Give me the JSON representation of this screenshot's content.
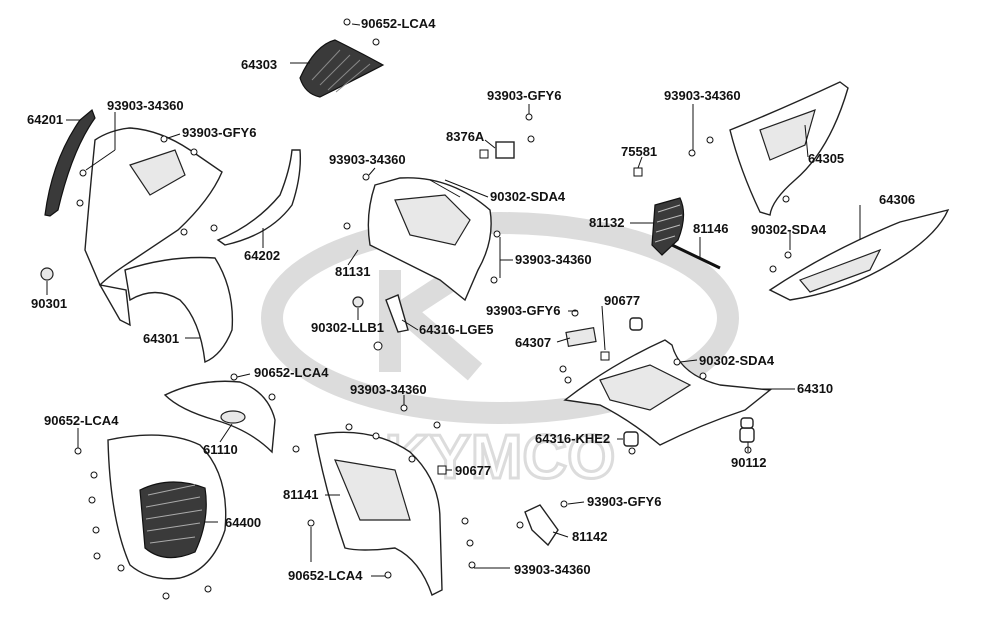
{
  "watermark_text": "KYMCO",
  "colors": {
    "line": "#222222",
    "watermark": "#dcdcdc",
    "background": "#ffffff"
  },
  "labels": {
    "l_90652_lca4_top": "90652-LCA4",
    "l_64303": "64303",
    "l_93903_gfy6_top": "93903-GFY6",
    "l_93903_34360_right": "93903-34360",
    "l_64201": "64201",
    "l_93903_34360_left": "93903-34360",
    "l_93903_gfy6_left": "93903-GFY6",
    "l_8376a": "8376A",
    "l_93903_34360_mid": "93903-34360",
    "l_75581": "75581",
    "l_64305": "64305",
    "l_90302_sda4_mid": "90302-SDA4",
    "l_81132": "81132",
    "l_81146": "81146",
    "l_64306": "64306",
    "l_90302_sda4_right": "90302-SDA4",
    "l_64202": "64202",
    "l_81131": "81131",
    "l_93903_34360_center": "93903-34360",
    "l_90301": "90301",
    "l_93903_gfy6_center": "93903-GFY6",
    "l_90677_center": "90677",
    "l_90302_llb1": "90302-LLB1",
    "l_64316_lge5": "64316-LGE5",
    "l_64307": "64307",
    "l_64301": "64301",
    "l_90652_lca4_mid": "90652-LCA4",
    "l_90302_sda4_low": "90302-SDA4",
    "l_64310": "64310",
    "l_93903_34360_low": "93903-34360",
    "l_90652_lca4_left": "90652-LCA4",
    "l_61110": "61110",
    "l_64316_khe2": "64316-KHE2",
    "l_90112": "90112",
    "l_90677_low": "90677",
    "l_81141": "81141",
    "l_93903_gfy6_low": "93903-GFY6",
    "l_64400": "64400",
    "l_81142": "81142",
    "l_90652_lca4_bottom": "90652-LCA4",
    "l_93903_34360_bottom": "93903-34360"
  }
}
